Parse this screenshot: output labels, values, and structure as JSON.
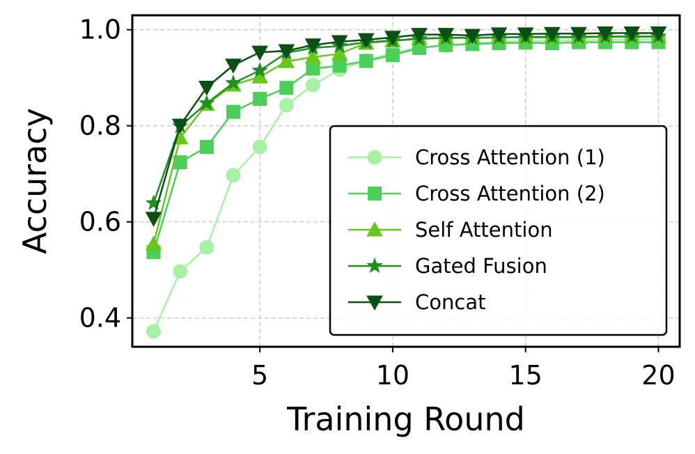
{
  "chart_data": {
    "type": "line",
    "title": "",
    "xlabel": "Training Round",
    "ylabel": "Accuracy",
    "xlim": [
      0.2,
      20.8
    ],
    "ylim": [
      0.34,
      1.03
    ],
    "xticks": [
      5,
      10,
      15,
      20
    ],
    "yticks": [
      0.4,
      0.6,
      0.8,
      1.0
    ],
    "xtick_labels": [
      "5",
      "10",
      "15",
      "20"
    ],
    "ytick_labels": [
      "0.4",
      "0.6",
      "0.8",
      "1.0"
    ],
    "grid": true,
    "legend_position": "lower-right",
    "x": [
      1,
      2,
      3,
      4,
      5,
      6,
      7,
      8,
      9,
      10,
      11,
      12,
      13,
      14,
      15,
      16,
      17,
      18,
      19,
      20
    ],
    "series": [
      {
        "name": "Cross Attention (1)",
        "color": "#a8f0a8",
        "marker": "circle",
        "values": [
          0.372,
          0.497,
          0.547,
          0.697,
          0.756,
          0.843,
          0.885,
          0.917,
          0.936,
          0.952,
          0.963,
          0.967,
          0.972,
          0.975,
          0.976,
          0.977,
          0.978,
          0.979,
          0.979,
          0.98
        ]
      },
      {
        "name": "Cross Attention (2)",
        "color": "#4bcf5a",
        "marker": "square",
        "values": [
          0.537,
          0.724,
          0.756,
          0.829,
          0.856,
          0.879,
          0.919,
          0.925,
          0.935,
          0.947,
          0.962,
          0.968,
          0.97,
          0.972,
          0.973,
          0.972,
          0.974,
          0.974,
          0.974,
          0.974
        ]
      },
      {
        "name": "Self Attention",
        "color": "#66c81e",
        "marker": "triangle-up",
        "values": [
          0.554,
          0.775,
          0.845,
          0.885,
          0.902,
          0.934,
          0.943,
          0.95,
          0.972,
          0.977,
          0.982,
          0.983,
          0.983,
          0.984,
          0.984,
          0.984,
          0.984,
          0.985,
          0.985,
          0.985
        ]
      },
      {
        "name": "Gated Fusion",
        "color": "#1f8f1f",
        "marker": "star",
        "values": [
          0.639,
          0.799,
          0.847,
          0.889,
          0.915,
          0.952,
          0.962,
          0.966,
          0.974,
          0.977,
          0.981,
          0.983,
          0.983,
          0.984,
          0.985,
          0.985,
          0.985,
          0.986,
          0.986,
          0.986
        ]
      },
      {
        "name": "Concat",
        "color": "#0b4f14",
        "marker": "triangle-down",
        "values": [
          0.607,
          0.801,
          0.88,
          0.926,
          0.953,
          0.956,
          0.968,
          0.975,
          0.979,
          0.984,
          0.99,
          0.99,
          0.988,
          0.991,
          0.991,
          0.992,
          0.992,
          0.993,
          0.993,
          0.993
        ]
      }
    ]
  }
}
